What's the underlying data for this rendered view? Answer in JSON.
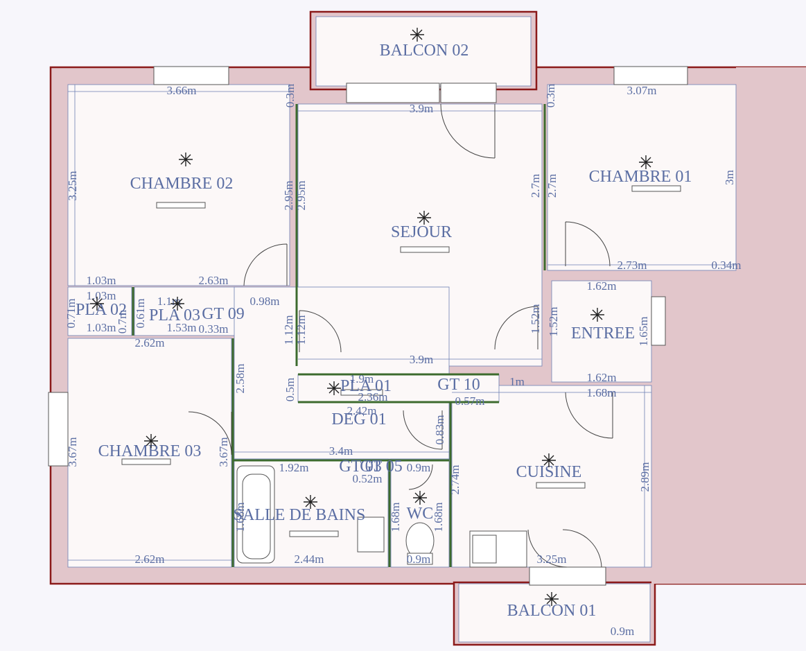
{
  "plan": {
    "rooms": [
      {
        "id": "balcon-02",
        "label": "BALCON 02"
      },
      {
        "id": "chambre-02",
        "label": "CHAMBRE 02"
      },
      {
        "id": "sejour",
        "label": "SEJOUR"
      },
      {
        "id": "chambre-01",
        "label": "CHAMBRE 01"
      },
      {
        "id": "entree",
        "label": "ENTREE"
      },
      {
        "id": "pla-02",
        "label": "PLA 02"
      },
      {
        "id": "pla-03",
        "label": "PLA 03"
      },
      {
        "id": "pla-01",
        "label": "PLA 01"
      },
      {
        "id": "deg-01",
        "label": "DEG 01"
      },
      {
        "id": "chambre-03",
        "label": "CHAMBRE 03"
      },
      {
        "id": "salle-de-bains",
        "label": "SALLE DE BAINS"
      },
      {
        "id": "wc",
        "label": "WC"
      },
      {
        "id": "cuisine",
        "label": "CUISINE"
      },
      {
        "id": "balcon-01",
        "label": "BALCON 01"
      },
      {
        "id": "placard-09",
        "label": "GT 09"
      },
      {
        "id": "placard-10",
        "label": "GT 10"
      },
      {
        "id": "placard-03",
        "label": "GT 03"
      },
      {
        "id": "placard-05",
        "label": "GT 05"
      }
    ],
    "dimensions": [
      "3.66m",
      "0.3m",
      "3.9m",
      "0.3m",
      "3.07m",
      "3.25m",
      "2.95m",
      "2.95m",
      "2.7m",
      "2.7m",
      "3m",
      "2.73m",
      "0.34m",
      "1.03m",
      "2.63m",
      "1.62m",
      "1.03m",
      "1.1m",
      "0.98m",
      "1.12m",
      "1.12m",
      "1.52m",
      "1.52m",
      "1.65m",
      "0.71m",
      "0.61m",
      "1.53m",
      "0.33m",
      "1.03m",
      "0.7m",
      "2.62m",
      "3.9m",
      "2.58m",
      "1.9m",
      "2.36m",
      "2.42m",
      "1m",
      "1.62m",
      "1.68m",
      "0.5m",
      "0.57m",
      "0.83m",
      "3.4m",
      "1.92m",
      "0.52m",
      "0.9m",
      "3.67m",
      "3.67m",
      "2.74m",
      "2.89m",
      "1.68m",
      "1.68m",
      "1.68m",
      "2.62m",
      "2.44m",
      "0.9m",
      "3.25m",
      "0.9m"
    ]
  }
}
